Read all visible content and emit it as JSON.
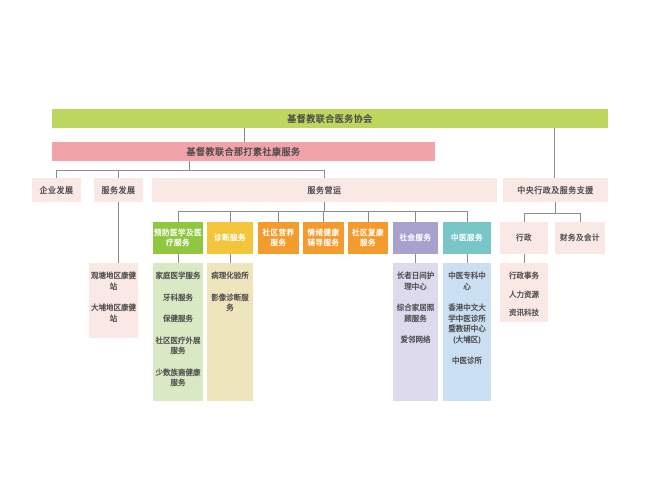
{
  "palette": {
    "root_bar": "#bdd65e",
    "parent_bar": "#f2a3aa",
    "pale_pink_box": "#fae8e5",
    "dept_green": "#90c640",
    "dept_yellow": "#f2c53b",
    "dept_orange": "#f49b2e",
    "dept_purple": "#a8a1cd",
    "dept_teal": "#79c6c9",
    "col_green": "#d9e9c4",
    "col_cream": "#eee5bd",
    "col_purple": "#dcdaec",
    "col_blue": "#cbdff2",
    "connector": "#8b8b8b"
  },
  "org_chart": {
    "root": {
      "label": "基督教联合医务协会"
    },
    "parent": {
      "label": "基督教联合那打素社康服务"
    },
    "divisions": {
      "corporate_development": {
        "label": "企业发展"
      },
      "service_development": {
        "label": "服务发展"
      },
      "service_operations": {
        "label": "服务营运"
      },
      "central_admin_support": {
        "label": "中央行政及服务支援"
      }
    },
    "service_development_units": {
      "items": [
        "观塘地区康健站",
        "大埔地区康健站"
      ]
    },
    "operations_departments": [
      {
        "label": "预防医学及医疗服务",
        "items": [
          "家庭医学服务",
          "牙科服务",
          "保健服务",
          "社区医疗外展服务",
          "少数族裔健康服务"
        ]
      },
      {
        "label": "诊断服务",
        "items": [
          "病理化验所",
          "影像诊断服务"
        ]
      },
      {
        "label": "社区营养服务",
        "items": []
      },
      {
        "label": "情绪健康辅导服务",
        "items": []
      },
      {
        "label": "社区复康服务",
        "items": []
      },
      {
        "label": "社会服务",
        "items": [
          "长者日间护理中心",
          "综合家居照顾服务",
          "爱邻网络"
        ]
      },
      {
        "label": "中医服务",
        "items": [
          "中医专科中心",
          "香港中文大学中医诊所暨教研中心(大埔区)",
          "中医诊所"
        ]
      }
    ],
    "admin_departments": [
      {
        "label": "行政",
        "items": [
          "行政事务",
          "人力资源",
          "资讯科技"
        ]
      },
      {
        "label": "财务及会计",
        "items": []
      }
    ]
  }
}
